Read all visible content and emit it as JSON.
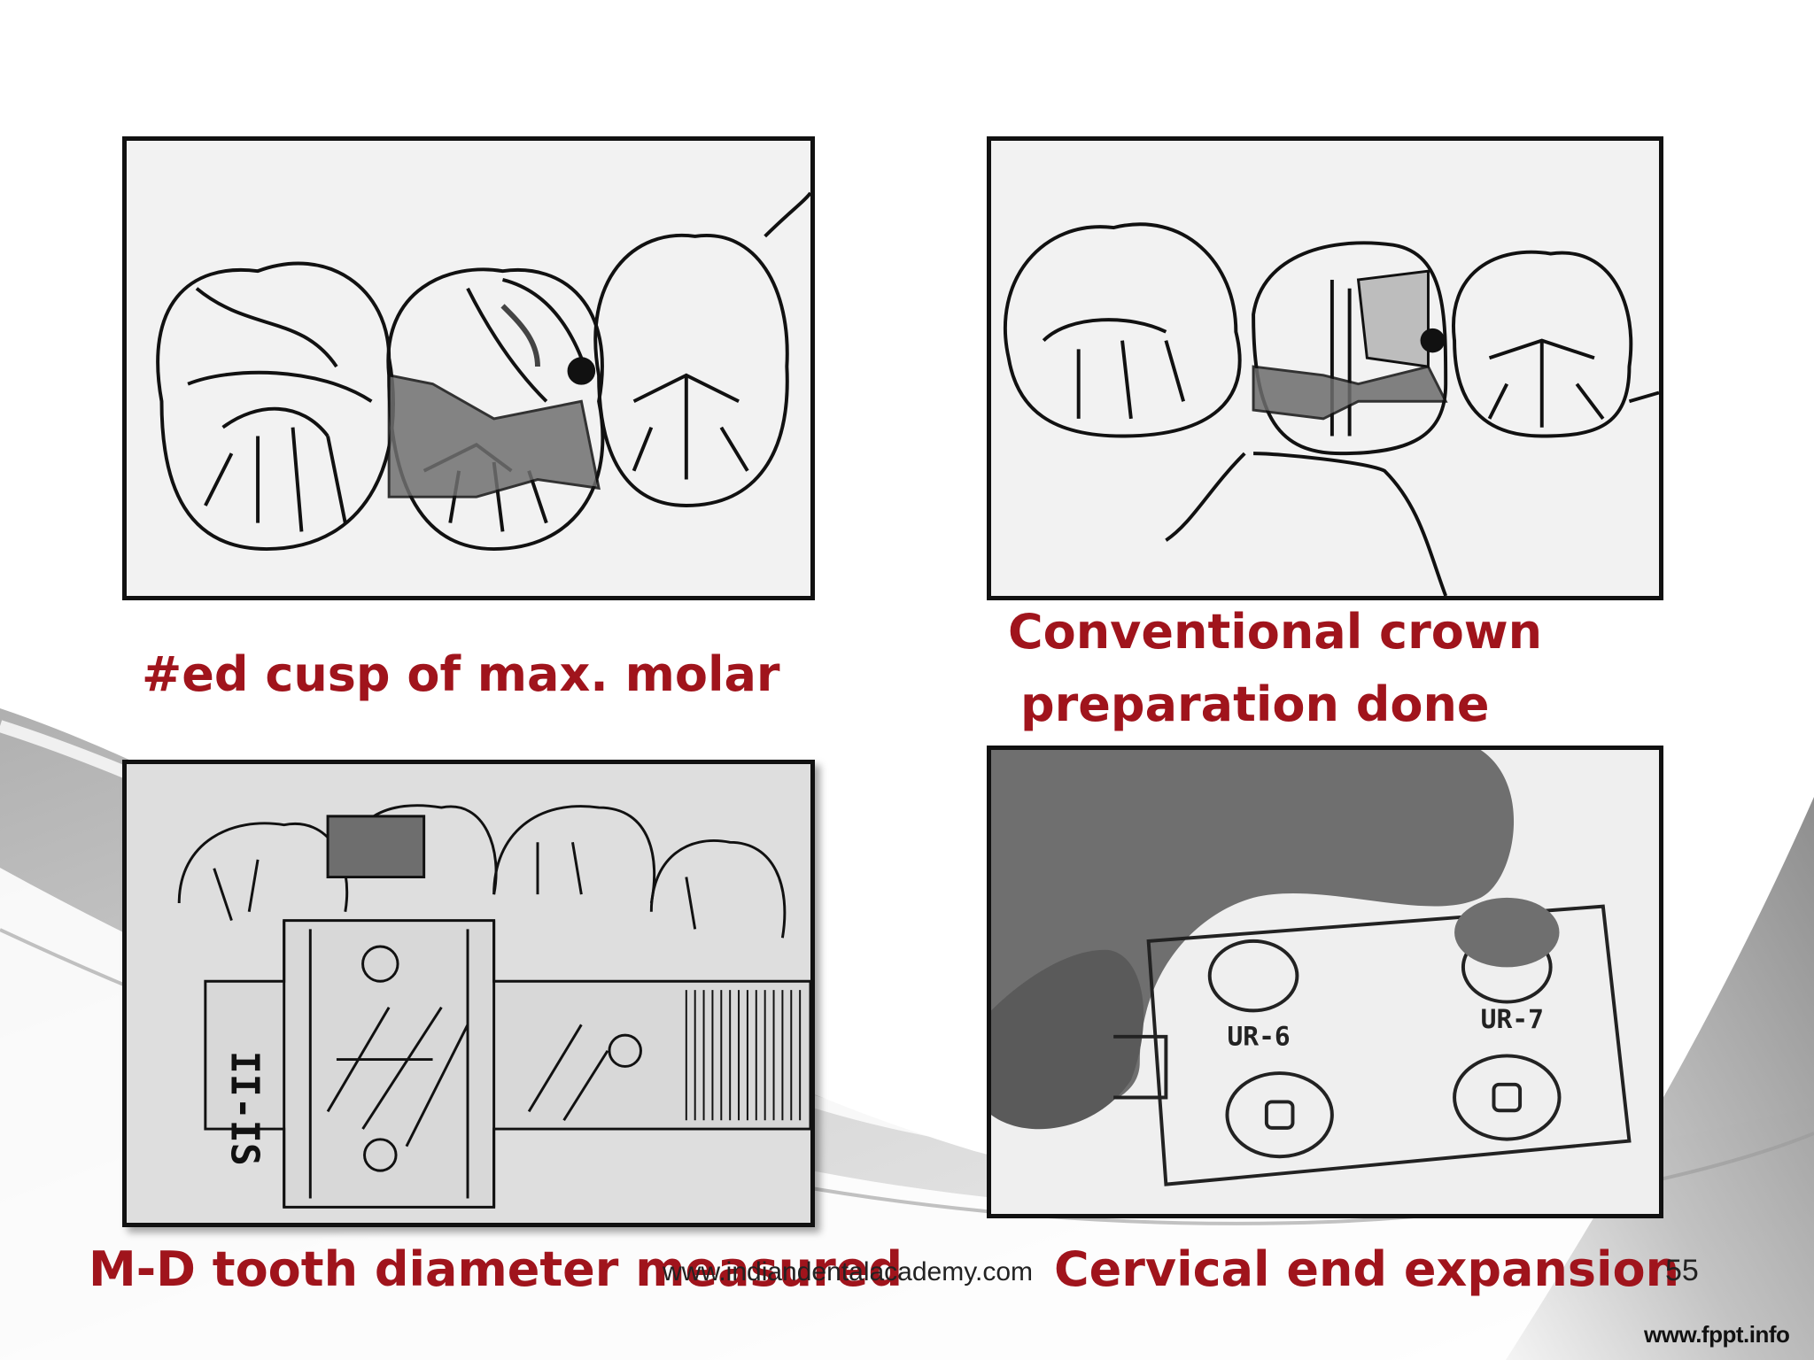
{
  "slide": {
    "page_number": "55",
    "watermark": "www.indiandentalacademy.com",
    "footer_brand": "www.fppt.info"
  },
  "captions": {
    "fractured_cusp": "#ed cusp of max. molar",
    "crown_prep_line1": "Conventional crown",
    "crown_prep_line2": "preparation done",
    "md_diameter": "M-D tooth diameter measured",
    "cervical_expansion": "Cervical end expansion"
  },
  "colors": {
    "caption_text": "#a0141c",
    "background_swoosh": "#8c8c8c",
    "panel_border": "#111111"
  },
  "images": [
    {
      "name": "fractured-cusp-molar-illustration"
    },
    {
      "name": "crown-preparation-illustration"
    },
    {
      "name": "md-tooth-gauge-illustration"
    },
    {
      "name": "cervical-expansion-illustration"
    }
  ]
}
